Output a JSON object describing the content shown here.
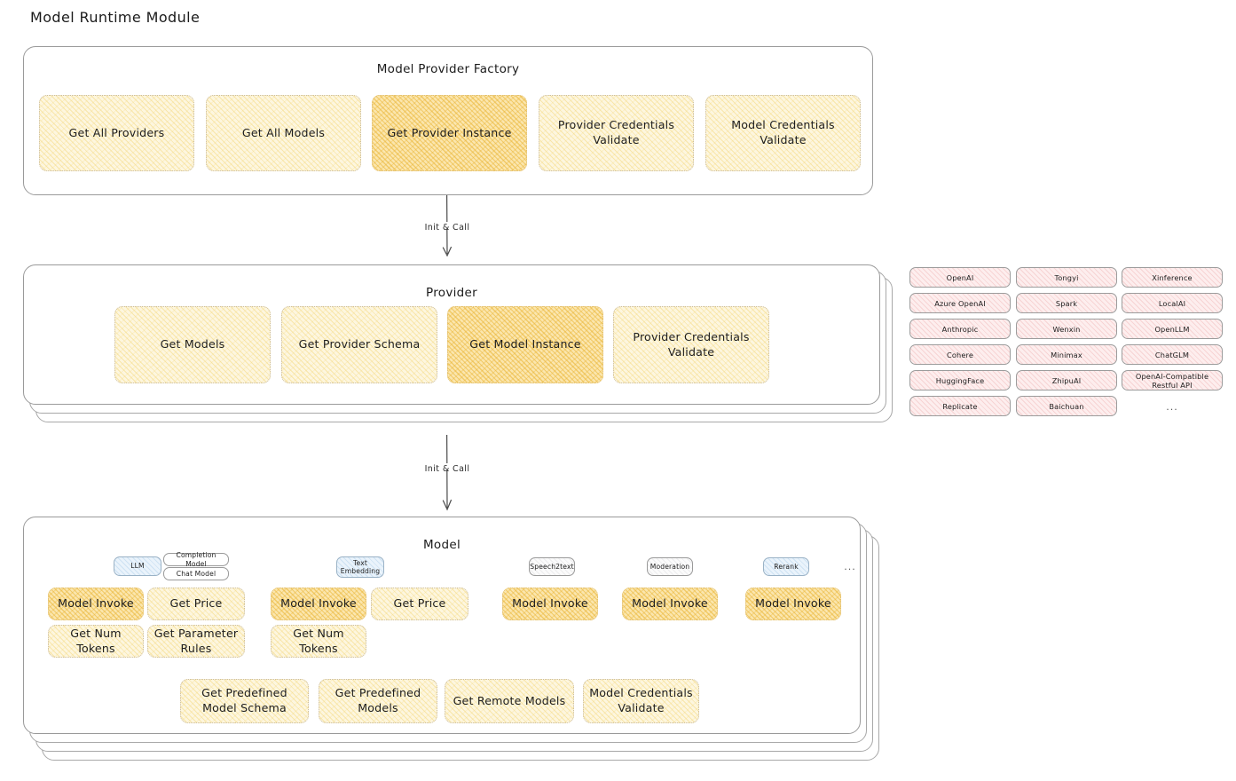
{
  "page": {
    "title": "Model Runtime Module"
  },
  "factory": {
    "title": "Model Provider Factory",
    "boxes": [
      {
        "label": "Get All Providers",
        "highlight": false
      },
      {
        "label": "Get All Models",
        "highlight": false
      },
      {
        "label": "Get Provider Instance",
        "highlight": true
      },
      {
        "label": "Provider Credentials Validate",
        "highlight": false
      },
      {
        "label": "Model Credentials Validate",
        "highlight": false
      }
    ]
  },
  "arrow1": {
    "label": "Init & Call"
  },
  "provider": {
    "title": "Provider",
    "boxes": [
      {
        "label": "Get Models",
        "highlight": false
      },
      {
        "label": "Get Provider Schema",
        "highlight": false
      },
      {
        "label": "Get Model Instance",
        "highlight": true
      },
      {
        "label": "Provider Credentials Validate",
        "highlight": false
      }
    ]
  },
  "provider_list": {
    "columns": [
      {
        "items": [
          "OpenAI",
          "Azure OpenAI",
          "Anthropic",
          "Cohere",
          "HuggingFace",
          "Replicate"
        ]
      },
      {
        "items": [
          "Tongyi",
          "Spark",
          "Wenxin",
          "Minimax",
          "ZhipuAI",
          "Baichuan"
        ]
      },
      {
        "items": [
          "Xinference",
          "LocalAI",
          "OpenLLM",
          "ChatGLM",
          "OpenAI-Compatible Restful API"
        ]
      }
    ],
    "more": "..."
  },
  "arrow2": {
    "label": "Init & Call"
  },
  "model": {
    "title": "Model",
    "more": "...",
    "types": [
      {
        "name": "LLM",
        "style": "blue",
        "sub": [
          "Completion Model",
          "Chat Model"
        ],
        "ops": [
          {
            "label": "Model Invoke",
            "highlight": true
          },
          {
            "label": "Get Price",
            "highlight": false
          },
          {
            "label": "Get Num Tokens",
            "highlight": false
          },
          {
            "label": "Get Parameter Rules",
            "highlight": false
          }
        ]
      },
      {
        "name": "Text Embedding",
        "style": "blue",
        "sub": [],
        "ops": [
          {
            "label": "Model Invoke",
            "highlight": true
          },
          {
            "label": "Get Price",
            "highlight": false
          },
          {
            "label": "Get Num Tokens",
            "highlight": false
          }
        ]
      },
      {
        "name": "Speech2text",
        "style": "plain",
        "sub": [],
        "ops": [
          {
            "label": "Model Invoke",
            "highlight": true
          }
        ]
      },
      {
        "name": "Moderation",
        "style": "plain",
        "sub": [],
        "ops": [
          {
            "label": "Model Invoke",
            "highlight": true
          }
        ]
      },
      {
        "name": "Rerank",
        "style": "blue",
        "sub": [],
        "ops": [
          {
            "label": "Model Invoke",
            "highlight": true
          }
        ]
      }
    ],
    "common_ops": [
      {
        "label": "Get Predefined Model Schema"
      },
      {
        "label": "Get Predefined Models"
      },
      {
        "label": "Get Remote Models"
      },
      {
        "label": "Model Credentials Validate"
      }
    ]
  },
  "colors": {
    "box_fill": "#fdf6df",
    "box_fill_highlight": "#fbe6ae",
    "chip_pink": "#fdeeee",
    "chip_blue": "#eaf3fb",
    "panel_border": "#9a9a9a",
    "text": "#1d1d1d"
  }
}
